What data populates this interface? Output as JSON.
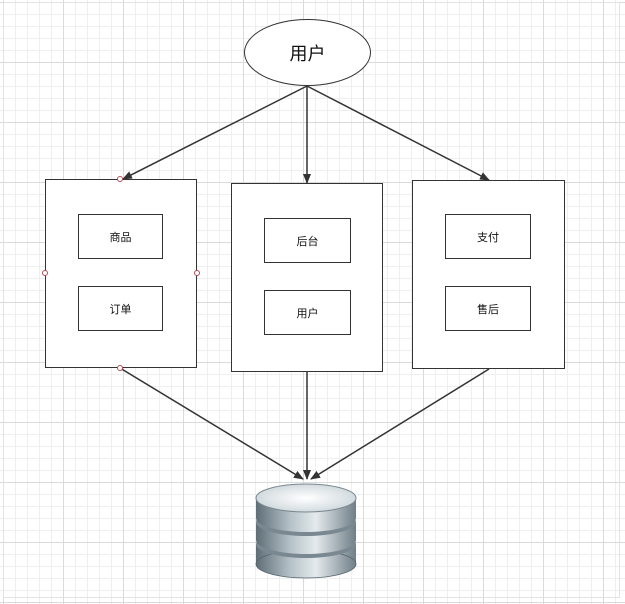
{
  "diagram": {
    "top_node": {
      "label": "用户",
      "icon": "ellipse"
    },
    "groups": [
      {
        "modules": [
          "商品",
          "订单"
        ],
        "selected": true
      },
      {
        "modules": [
          "后台",
          "用户"
        ],
        "selected": false
      },
      {
        "modules": [
          "支付",
          "售后"
        ],
        "selected": false
      }
    ],
    "database": {
      "icon": "database-icon"
    }
  },
  "colors": {
    "stroke": "#333333",
    "handle": "#b94a55",
    "db_body": "#8f9ea7"
  }
}
